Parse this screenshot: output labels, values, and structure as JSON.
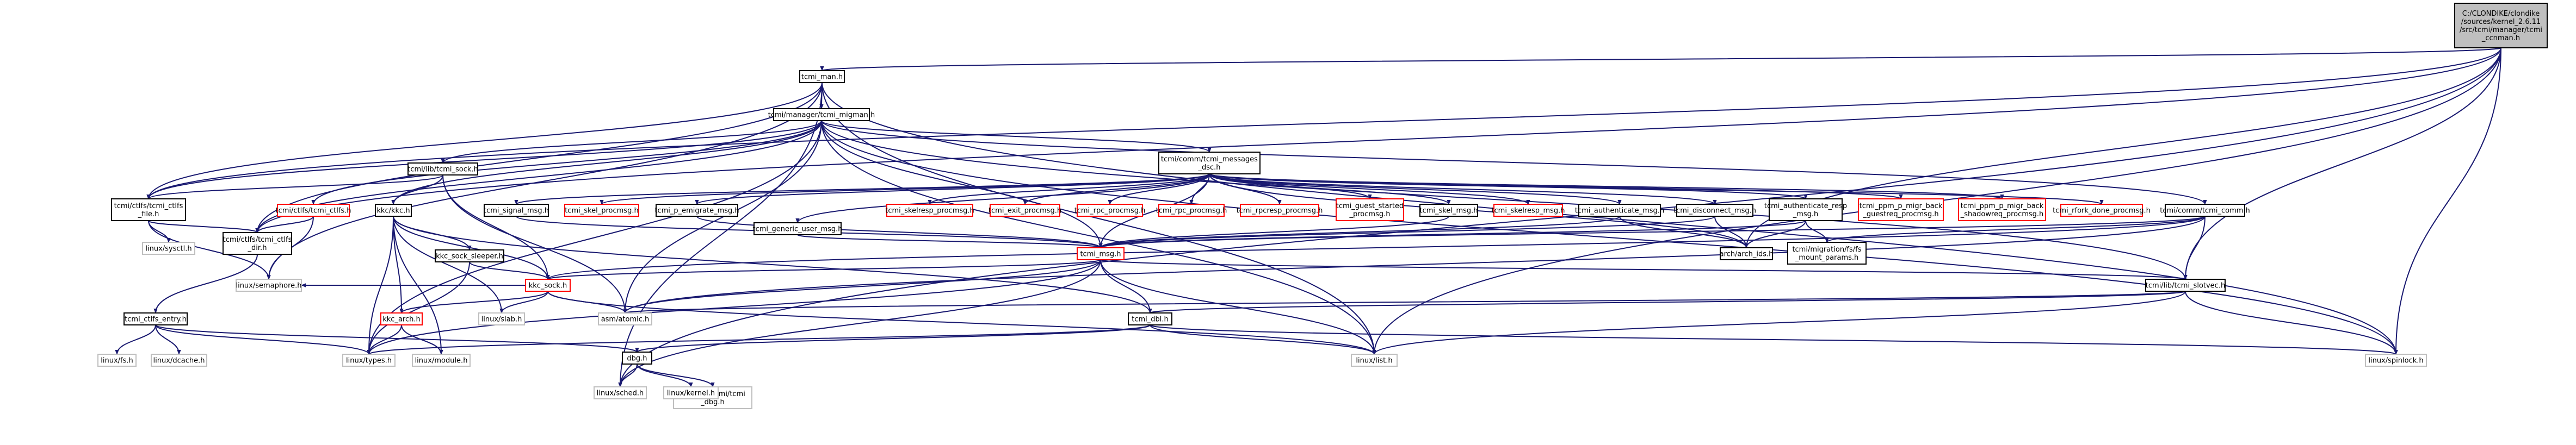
{
  "nodes": [
    {
      "id": "root",
      "label": "C:/CLONDIKE/clondike/sources/kernel_2.6.11/src/tcmi/manager/tcmi_ccnman.h",
      "kind": "root"
    },
    {
      "id": "tcmi_man",
      "label": "tcmi_man.h",
      "kind": "black"
    },
    {
      "id": "tcmi_migman",
      "label": "tcmi/manager/tcmi_migman.h",
      "kind": "black"
    },
    {
      "id": "ctlfs_file",
      "label": "tcmi/ctlfs/tcmi_ctlfs_file.h",
      "kind": "black"
    },
    {
      "id": "ctlfs_dir",
      "label": "tcmi/ctlfs/tcmi_ctlfs_dir.h",
      "kind": "black"
    },
    {
      "id": "ctlfs_entry",
      "label": "tcmi_ctlfs_entry.h",
      "kind": "black"
    },
    {
      "id": "tcmi_ctlfs_h",
      "label": "tcmi/ctlfs/tcmi_ctlfs.h",
      "kind": "red"
    },
    {
      "id": "tcmi_sock",
      "label": "tcmi/lib/tcmi_sock.h",
      "kind": "black"
    },
    {
      "id": "kkc",
      "label": "kkc/kkc.h",
      "kind": "black"
    },
    {
      "id": "kkc_sock_sleeper",
      "label": "kkc_sock_sleeper.h",
      "kind": "black"
    },
    {
      "id": "kkc_sock",
      "label": "kkc_sock.h",
      "kind": "red"
    },
    {
      "id": "kkc_arch",
      "label": "kkc_arch.h",
      "kind": "red"
    },
    {
      "id": "messages_dsc",
      "label": "tcmi/comm/tcmi_messages_dsc.h",
      "kind": "black"
    },
    {
      "id": "signal_msg",
      "label": "tcmi_signal_msg.h",
      "kind": "black"
    },
    {
      "id": "skel_procmsg",
      "label": "tcmi_skel_procmsg.h",
      "kind": "red"
    },
    {
      "id": "p_emigrate",
      "label": "tcmi_p_emigrate_msg.h",
      "kind": "black"
    },
    {
      "id": "generic_user",
      "label": "tcmi_generic_user_msg.h",
      "kind": "black"
    },
    {
      "id": "skelresp_procmsg",
      "label": "tcmi_skelresp_procmsg.h",
      "kind": "red"
    },
    {
      "id": "exit_procmsg",
      "label": "tcmi_exit_procmsg.h",
      "kind": "red"
    },
    {
      "id": "rpc_procmsg",
      "label": "tcmi_rpc_procmsg.h",
      "kind": "red"
    },
    {
      "id": "ppm_rpc",
      "label": "tcmi_rpc_procmsg.h",
      "kind": "red"
    },
    {
      "id": "rpcresp_procmsg",
      "label": "tcmi_rpcresp_procmsg.h",
      "kind": "red"
    },
    {
      "id": "guest_started",
      "label": "tcmi_guest_started_procmsg.h",
      "kind": "red"
    },
    {
      "id": "skel_msg",
      "label": "tcmi_skel_msg.h",
      "kind": "black"
    },
    {
      "id": "skelresp_msg",
      "label": "tcmi_skelresp_msg.h",
      "kind": "red"
    },
    {
      "id": "authenticate_msg",
      "label": "tcmi_authenticate_msg.h",
      "kind": "black"
    },
    {
      "id": "disconnect_msg",
      "label": "tcmi_disconnect_msg.h",
      "kind": "black"
    },
    {
      "id": "authenticate_resp",
      "label": "tcmi_authenticate_resp_msg.h",
      "kind": "black"
    },
    {
      "id": "ppm_guestreq",
      "label": "tcmi_ppm_p_migr_back_guestreq_procmsg.h",
      "kind": "red"
    },
    {
      "id": "ppm_shadowreq",
      "label": "tcmi_ppm_p_migr_back_shadowreq_procmsg.h",
      "kind": "red"
    },
    {
      "id": "rfork_done",
      "label": "tcmi_rfork_done_procmsg.h",
      "kind": "red"
    },
    {
      "id": "comm",
      "label": "tcmi/comm/tcmi_comm.h",
      "kind": "black"
    },
    {
      "id": "tcmi_msg",
      "label": "tcmi_msg.h",
      "kind": "red"
    },
    {
      "id": "arch_abi",
      "label": "arch/arch_ids.h",
      "kind": "black"
    },
    {
      "id": "mount_params",
      "label": "tcmi/migration/fs/fs_mount_params.h",
      "kind": "black"
    },
    {
      "id": "slotvec",
      "label": "tcmi/lib/tcmi_slotvec.h",
      "kind": "black"
    },
    {
      "id": "tcmi_dbl",
      "label": "tcmi_dbl.h",
      "kind": "black"
    },
    {
      "id": "dbg",
      "label": "dbg.h",
      "kind": "black"
    },
    {
      "id": "clondike_dbg",
      "label": "clondike/tcmi/tcmi_dbg.h",
      "kind": "gray"
    },
    {
      "id": "linux_sysctl",
      "label": "linux/sysctl.h",
      "kind": "gray"
    },
    {
      "id": "linux_semaphore",
      "label": "linux/semaphore.h",
      "kind": "gray"
    },
    {
      "id": "linux_fs",
      "label": "linux/fs.h",
      "kind": "gray"
    },
    {
      "id": "linux_dcache",
      "label": "linux/dcache.h",
      "kind": "gray"
    },
    {
      "id": "linux_types",
      "label": "linux/types.h",
      "kind": "gray"
    },
    {
      "id": "linux_module",
      "label": "linux/module.h",
      "kind": "gray"
    },
    {
      "id": "linux_slab",
      "label": "linux/slab.h",
      "kind": "gray"
    },
    {
      "id": "asm_atomic",
      "label": "asm/atomic.h",
      "kind": "gray"
    },
    {
      "id": "linux_list",
      "label": "linux/list.h",
      "kind": "gray"
    },
    {
      "id": "linux_spinlock",
      "label": "linux/spinlock.h",
      "kind": "gray"
    },
    {
      "id": "linux_sched",
      "label": "linux/sched.h",
      "kind": "gray"
    },
    {
      "id": "linux_kernel",
      "label": "linux/kernel.h",
      "kind": "gray"
    }
  ],
  "edges": [
    [
      "root",
      "tcmi_man"
    ],
    [
      "root",
      "linux_spinlock"
    ],
    [
      "root",
      "linux_list"
    ],
    [
      "root",
      "slotvec"
    ],
    [
      "root",
      "linux_sched"
    ],
    [
      "root",
      "ctlfs_file"
    ],
    [
      "root",
      "ctlfs_dir"
    ],
    [
      "root",
      "arch_abi"
    ],
    [
      "tcmi_man",
      "tcmi_migman"
    ],
    [
      "tcmi_man",
      "ctlfs_file"
    ],
    [
      "tcmi_man",
      "ctlfs_dir"
    ],
    [
      "tcmi_man",
      "linux_spinlock"
    ],
    [
      "tcmi_man",
      "linux_list"
    ],
    [
      "tcmi_man",
      "linux_semaphore"
    ],
    [
      "tcmi_man",
      "linux_sched"
    ],
    [
      "tcmi_migman",
      "tcmi_sock"
    ],
    [
      "tcmi_migman",
      "messages_dsc"
    ],
    [
      "tcmi_migman",
      "ctlfs_file"
    ],
    [
      "tcmi_migman",
      "ctlfs_dir"
    ],
    [
      "tcmi_migman",
      "tcmi_ctlfs_h"
    ],
    [
      "tcmi_migman",
      "kkc"
    ],
    [
      "tcmi_migman",
      "slotvec"
    ],
    [
      "tcmi_migman",
      "comm"
    ],
    [
      "tcmi_migman",
      "tcmi_msg"
    ],
    [
      "tcmi_migman",
      "linux_spinlock"
    ],
    [
      "tcmi_migman",
      "linux_list"
    ],
    [
      "tcmi_migman",
      "asm_atomic"
    ],
    [
      "tcmi_migman",
      "linux_types"
    ],
    [
      "tcmi_sock",
      "kkc"
    ],
    [
      "tcmi_sock",
      "ctlfs_file"
    ],
    [
      "tcmi_sock",
      "kkc_sock"
    ],
    [
      "tcmi_sock",
      "asm_atomic"
    ],
    [
      "ctlfs_file",
      "ctlfs_dir"
    ],
    [
      "ctlfs_file",
      "linux_sysctl"
    ],
    [
      "ctlfs_file",
      "linux_semaphore"
    ],
    [
      "ctlfs_dir",
      "ctlfs_entry"
    ],
    [
      "ctlfs_entry",
      "linux_fs"
    ],
    [
      "ctlfs_entry",
      "linux_dcache"
    ],
    [
      "ctlfs_entry",
      "linux_types"
    ],
    [
      "ctlfs_entry",
      "dbg"
    ],
    [
      "tcmi_ctlfs_h",
      "ctlfs_dir"
    ],
    [
      "tcmi_ctlfs_h",
      "linux_semaphore"
    ],
    [
      "kkc",
      "kkc_sock_sleeper"
    ],
    [
      "kkc",
      "kkc_sock"
    ],
    [
      "kkc",
      "kkc_arch"
    ],
    [
      "kkc",
      "linux_types"
    ],
    [
      "kkc",
      "linux_module"
    ],
    [
      "kkc",
      "linux_slab"
    ],
    [
      "kkc",
      "tcmi_dbl"
    ],
    [
      "kkc_sock_sleeper",
      "kkc_sock"
    ],
    [
      "kkc_sock_sleeper",
      "linux_types"
    ],
    [
      "kkc_sock",
      "linux_semaphore"
    ],
    [
      "kkc_sock",
      "kkc_arch"
    ],
    [
      "kkc_sock",
      "linux_slab"
    ],
    [
      "kkc_sock",
      "asm_atomic"
    ],
    [
      "kkc_sock",
      "linux_list"
    ],
    [
      "kkc_arch",
      "linux_types"
    ],
    [
      "kkc_arch",
      "linux_module"
    ],
    [
      "messages_dsc",
      "signal_msg"
    ],
    [
      "messages_dsc",
      "skel_procmsg"
    ],
    [
      "messages_dsc",
      "p_emigrate"
    ],
    [
      "messages_dsc",
      "generic_user"
    ],
    [
      "messages_dsc",
      "skelresp_procmsg"
    ],
    [
      "messages_dsc",
      "exit_procmsg"
    ],
    [
      "messages_dsc",
      "rpc_procmsg"
    ],
    [
      "messages_dsc",
      "ppm_rpc"
    ],
    [
      "messages_dsc",
      "rpcresp_procmsg"
    ],
    [
      "messages_dsc",
      "guest_started"
    ],
    [
      "messages_dsc",
      "skel_msg"
    ],
    [
      "messages_dsc",
      "skelresp_msg"
    ],
    [
      "messages_dsc",
      "authenticate_msg"
    ],
    [
      "messages_dsc",
      "disconnect_msg"
    ],
    [
      "messages_dsc",
      "authenticate_resp"
    ],
    [
      "messages_dsc",
      "ppm_guestreq"
    ],
    [
      "messages_dsc",
      "ppm_shadowreq"
    ],
    [
      "messages_dsc",
      "rfork_done"
    ],
    [
      "messages_dsc",
      "tcmi_msg"
    ],
    [
      "messages_dsc",
      "arch_abi"
    ],
    [
      "signal_msg",
      "tcmi_msg"
    ],
    [
      "p_emigrate",
      "tcmi_msg"
    ],
    [
      "generic_user",
      "tcmi_msg"
    ],
    [
      "skel_msg",
      "tcmi_msg"
    ],
    [
      "authenticate_msg",
      "tcmi_msg"
    ],
    [
      "authenticate_msg",
      "arch_abi"
    ],
    [
      "disconnect_msg",
      "tcmi_msg"
    ],
    [
      "disconnect_msg",
      "arch_abi"
    ],
    [
      "authenticate_resp",
      "tcmi_msg"
    ],
    [
      "authenticate_resp",
      "arch_abi"
    ],
    [
      "authenticate_resp",
      "mount_params"
    ],
    [
      "comm",
      "tcmi_msg"
    ],
    [
      "comm",
      "kkc_sock"
    ],
    [
      "comm",
      "slotvec"
    ],
    [
      "comm",
      "asm_atomic"
    ],
    [
      "comm",
      "mount_params"
    ],
    [
      "tcmi_msg",
      "kkc_sock"
    ],
    [
      "tcmi_msg",
      "slotvec"
    ],
    [
      "tcmi_msg",
      "asm_atomic"
    ],
    [
      "tcmi_msg",
      "linux_list"
    ],
    [
      "tcmi_msg",
      "linux_types"
    ],
    [
      "tcmi_msg",
      "linux_sched"
    ],
    [
      "tcmi_msg",
      "tcmi_dbl"
    ],
    [
      "slotvec",
      "tcmi_dbl"
    ],
    [
      "slotvec",
      "linux_list"
    ],
    [
      "slotvec",
      "linux_spinlock"
    ],
    [
      "slotvec",
      "asm_atomic"
    ],
    [
      "tcmi_dbl",
      "dbg"
    ],
    [
      "tcmi_dbl",
      "linux_types"
    ],
    [
      "tcmi_dbl",
      "linux_list"
    ],
    [
      "tcmi_dbl",
      "linux_spinlock"
    ],
    [
      "dbg",
      "linux_sched"
    ],
    [
      "dbg",
      "linux_kernel"
    ],
    [
      "dbg",
      "clondike_dbg"
    ]
  ]
}
